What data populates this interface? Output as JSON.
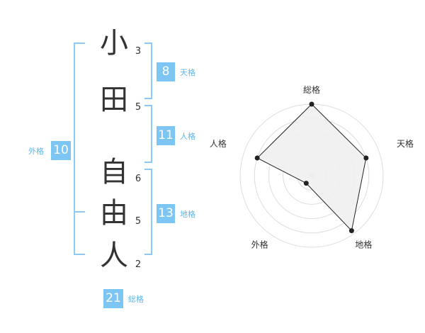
{
  "name": {
    "characters": [
      {
        "char": "小",
        "strokes": "3"
      },
      {
        "char": "田",
        "strokes": "5"
      },
      {
        "char": "自",
        "strokes": "6"
      },
      {
        "char": "由",
        "strokes": "5"
      },
      {
        "char": "人",
        "strokes": "2"
      }
    ]
  },
  "fortune": {
    "tenkaku": {
      "value": "8",
      "label": "天格"
    },
    "jinkaku": {
      "value": "11",
      "label": "人格"
    },
    "chikaku": {
      "value": "13",
      "label": "地格"
    },
    "gaikaku": {
      "value": "10",
      "label": "外格"
    },
    "soukaku": {
      "value": "21",
      "label": "総格"
    }
  },
  "colors": {
    "accent": "#7dc6f3",
    "accent_text": "#5bb8ef",
    "bracket": "#8bcbf3",
    "radar_fill": "#f0f0f0",
    "radar_line": "#222222",
    "ring": "#dddddd"
  },
  "chart_data": {
    "type": "radar",
    "axes": [
      "総格",
      "天格",
      "地格",
      "外格",
      "人格"
    ],
    "values": [
      1.0,
      0.8,
      0.95,
      0.13,
      0.8
    ],
    "rings": 5,
    "max": 1.0
  }
}
